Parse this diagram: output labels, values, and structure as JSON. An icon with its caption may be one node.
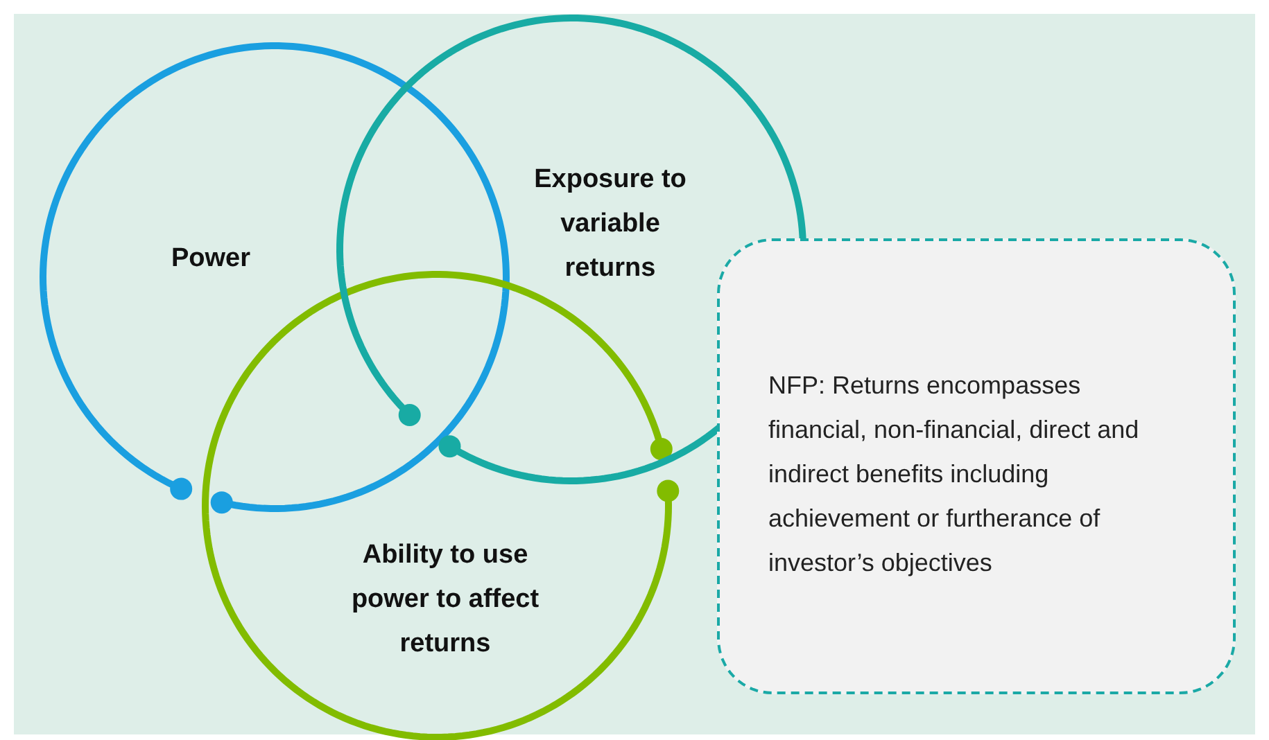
{
  "diagram": {
    "nodes": [
      {
        "text": [
          "Power"
        ]
      },
      {
        "text": [
          "Exposure to variable returns"
        ]
      },
      {
        "text": [
          "Ability to use power to affect returns"
        ]
      },
      {
        "text": [
          "NFP: Returns encompasses financial, non-financial, direct and indirect benefits including achievement or furtherance of investor’s objectives"
        ]
      }
    ]
  }
}
